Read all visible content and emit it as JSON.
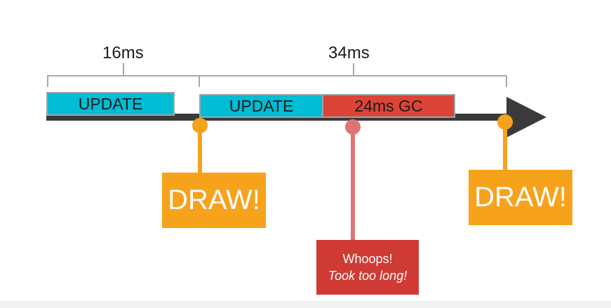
{
  "labels": {
    "span_first": "16ms",
    "span_second": "34ms"
  },
  "blocks": {
    "update_1": "UPDATE",
    "update_2": "UPDATE",
    "gc": "24ms GC"
  },
  "callouts": {
    "draw_1": "DRAW!",
    "draw_2": "DRAW!",
    "whoops_line1": "Whoops!",
    "whoops_line2": "Took too long!"
  },
  "colors": {
    "update": "#00bcd4",
    "gc": "#db4437",
    "draw": "#f7a21b",
    "whoops": "#d03a34",
    "whoops_stem": "#e07474",
    "timeline": "#3a3a3a",
    "bracket": "#a9a9a9"
  }
}
